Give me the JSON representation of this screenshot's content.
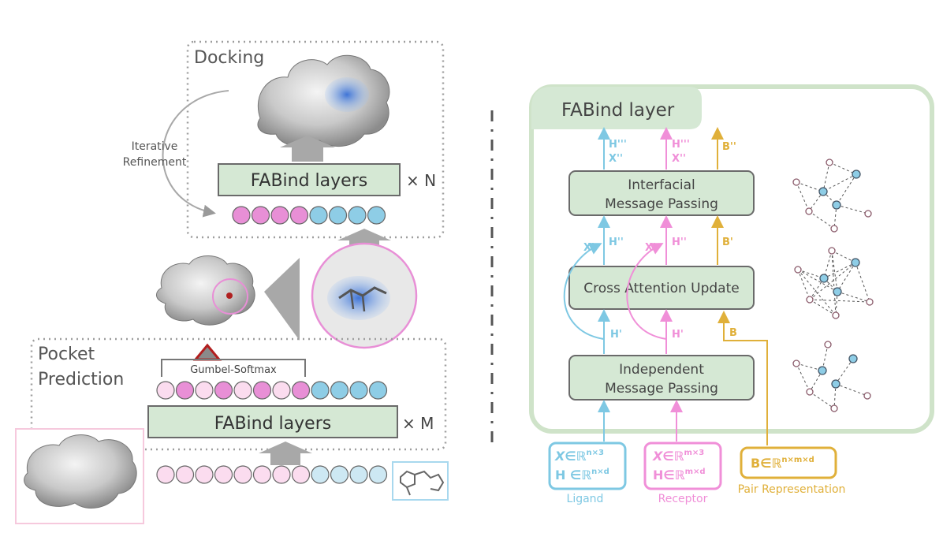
{
  "left": {
    "docking_title": "Docking",
    "iterative_refinement": [
      "Iterative",
      "Refinement"
    ],
    "fabind_layers_top": "FABind layers",
    "times_n": "× N",
    "pocket_prediction": [
      "Pocket",
      "Prediction"
    ],
    "gumbel_softmax": "Gumbel-Softmax",
    "fabind_layers_bottom": "FABind layers",
    "times_m": "× M"
  },
  "right": {
    "layer_title": "FABind layer",
    "interfacial": [
      "Interfacial",
      "Message Passing"
    ],
    "cross_attention": "Cross Attention Update",
    "independent": [
      "Independent",
      "Message Passing"
    ],
    "top_ligand": [
      "H'''",
      "X''"
    ],
    "top_receptor": [
      "H'''",
      "X''"
    ],
    "top_pair": "B''",
    "mid_ligand_x": "X'",
    "mid_ligand_h": "H''",
    "mid_receptor_x": "X'",
    "mid_receptor_h": "H''",
    "mid_pair": "B'",
    "low_ligand_h": "H'",
    "low_receptor_h": "H'",
    "low_pair": "B",
    "ligand_box": [
      "X∈ℝ",
      "n×3",
      "H ∈ℝ",
      "n×d"
    ],
    "receptor_box": [
      "X∈ℝ",
      "m×3",
      "H∈ℝ",
      "m×d"
    ],
    "pair_box": [
      "B∈ℝ",
      "n×m×d"
    ],
    "ligand_label": "Ligand",
    "receptor_label": "Receptor",
    "pair_label": "Pair Representation"
  },
  "colors": {
    "green_fill": "#d5e8d4",
    "green_border": "#6a6a6a",
    "ligand": "#7ec8e3",
    "receptor": "#f08fd8",
    "pair": "#e0b03a",
    "pink_dark": "#e88fd6",
    "pink_light": "#fbdcef",
    "blue_node": "#8ecde6"
  }
}
